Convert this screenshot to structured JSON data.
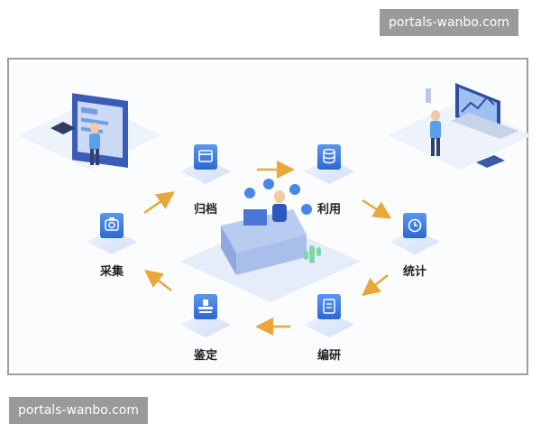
{
  "watermarks": {
    "top": "portals-wanbo.com",
    "bottom": "portals-wanbo.com"
  },
  "nodes": [
    {
      "id": "guidang",
      "label": "归档",
      "icon": "browser-icon"
    },
    {
      "id": "liyong",
      "label": "利用",
      "icon": "database-icon"
    },
    {
      "id": "tongji",
      "label": "统计",
      "icon": "clock-chart-icon"
    },
    {
      "id": "bianyan",
      "label": "编研",
      "icon": "document-icon"
    },
    {
      "id": "jianding",
      "label": "鉴定",
      "icon": "stamp-icon"
    },
    {
      "id": "caiji",
      "label": "采集",
      "icon": "camera-icon"
    }
  ],
  "colors": {
    "icon_blue": "#3d7de0",
    "tile_light": "#dfe8fb",
    "arrow": "#e9a73a",
    "frame": "#9e9e9e",
    "watermark_bg": "#9a9a9a"
  }
}
